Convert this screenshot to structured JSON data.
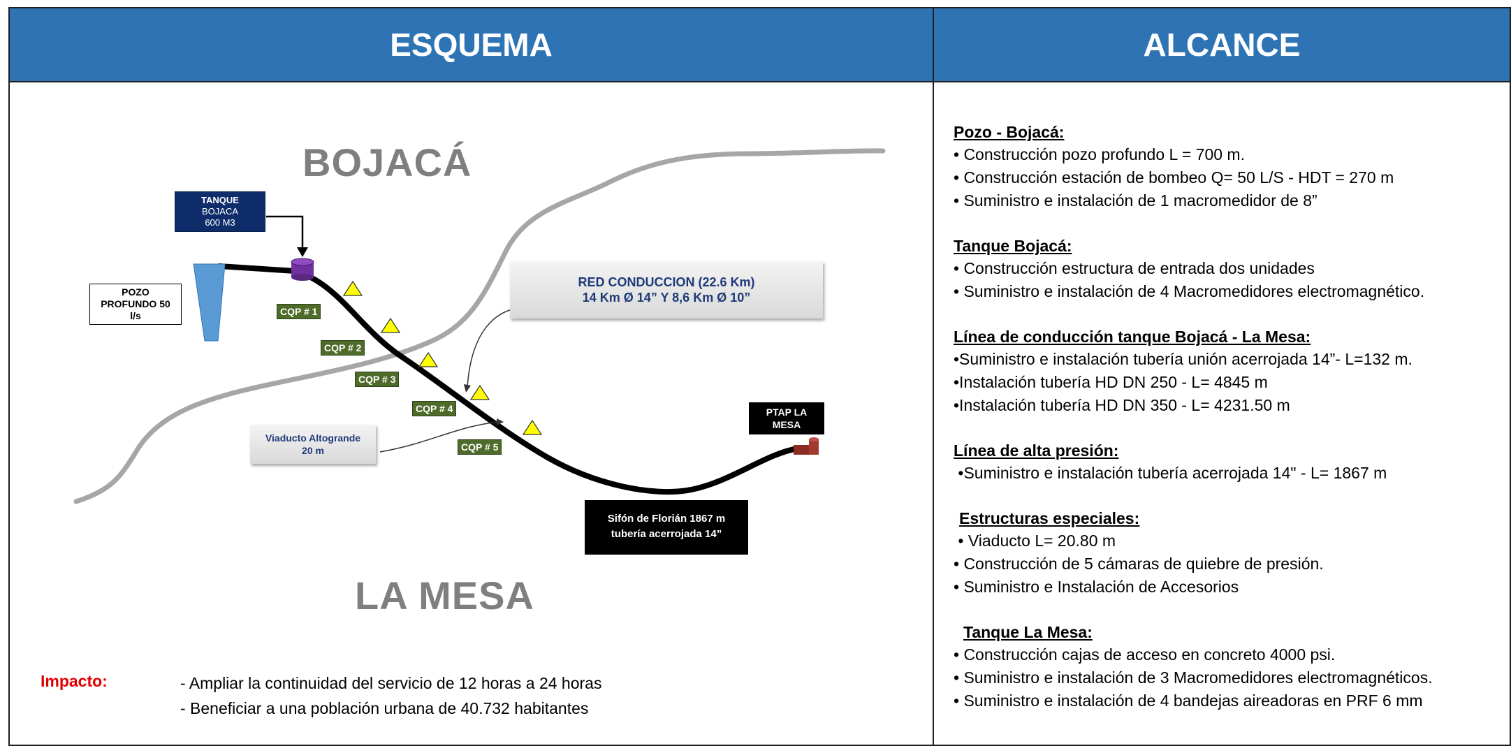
{
  "header": {
    "left_title": "ESQUEMA",
    "right_title": "ALCANCE"
  },
  "diagram": {
    "top_region": "BOJACÁ",
    "bottom_region": "LA MESA",
    "tank_label": [
      "TANQUE",
      "BOJACA",
      "600 M3"
    ],
    "well_label": [
      "POZO",
      "PROFUNDO 50",
      "l/s"
    ],
    "conduction_label": [
      "RED CONDUCCION (22.6 Km)",
      "14 Km Ø 14” Y 8,6 Km Ø 10”"
    ],
    "viaduct_label": [
      "Viaducto Altogrande",
      "20 m"
    ],
    "ptap_label": [
      "PTAP LA",
      "MESA"
    ],
    "siphon_label": [
      "Sifón de Florián 1867 m",
      "tubería acerrojada 14”"
    ],
    "cqp_labels": [
      "CQP # 1",
      "CQP # 2",
      "CQP  # 3",
      "CQP # 4",
      "CQP # 5"
    ],
    "colors": {
      "tank": "#7030a0",
      "well": "#5b9bd5",
      "marker": "#ffff00",
      "ptap": "#8b2b24",
      "terrain": "#a6a6a6"
    }
  },
  "impacto": {
    "title": "Impacto:",
    "items": [
      "- Ampliar la continuidad del servicio de 12 horas a 24 horas",
      "- Beneficiar a una población urbana de 40.732 habitantes"
    ]
  },
  "alcance": {
    "sections": [
      {
        "title": "Pozo - Bojacá:",
        "items": [
          "• Construcción pozo profundo L = 700 m.",
          "• Construcción estación de bombeo Q= 50 L/S - HDT = 270 m",
          "• Suministro e instalación de 1 macromedidor de 8”"
        ]
      },
      {
        "title": "Tanque Bojacá:",
        "items": [
          "• Construcción estructura de entrada dos unidades",
          "• Suministro e instalación de 4 Macromedidores electromagnético."
        ]
      },
      {
        "title": "Línea de conducción tanque Bojacá - La Mesa:",
        "items": [
          "•Suministro e instalación tubería unión acerrojada 14”- L=132 m.",
          "•Instalación tubería HD DN 250 - L= 4845 m",
          "•Instalación tubería HD DN 350 - L= 4231.50 m"
        ]
      },
      {
        "title": "Línea de alta presión:",
        "items": [
          " •Suministro e instalación tubería acerrojada 14\" - L= 1867 m"
        ]
      },
      {
        "title": "Estructuras especiales:",
        "items": [
          " • Viaducto L= 20.80 m",
          "• Construcción de 5 cámaras de quiebre de presión.",
          "• Suministro e Instalación de Accesorios"
        ]
      },
      {
        "title": "Tanque La Mesa:",
        "items": [
          "• Construcción cajas de acceso en concreto 4000 psi.",
          "• Suministro e instalación de 3 Macromedidores electromagnéticos.",
          "• Suministro e instalación de 4 bandejas aireadoras en PRF  6 mm"
        ]
      }
    ]
  }
}
